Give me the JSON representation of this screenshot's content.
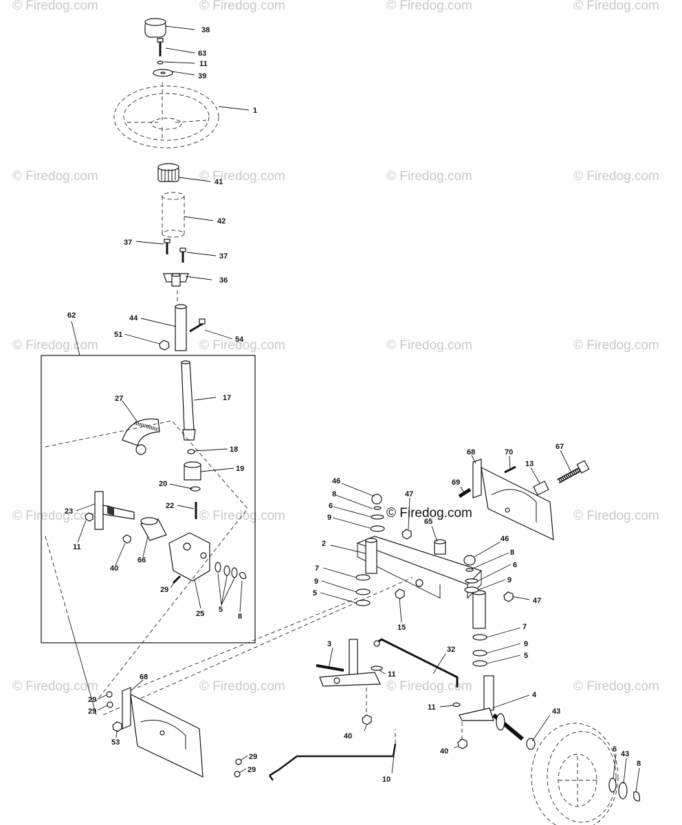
{
  "watermark": "© Firedog.com",
  "center_watermark": "© Firedog.com",
  "callouts": [
    "38",
    "63",
    "11",
    "39",
    "1",
    "41",
    "42",
    "37",
    "37",
    "36",
    "62",
    "44",
    "54",
    "51",
    "17",
    "27",
    "18",
    "19",
    "20",
    "22",
    "23",
    "11",
    "40",
    "66",
    "29",
    "5",
    "8",
    "25",
    "68",
    "70",
    "13",
    "67",
    "46",
    "8",
    "6",
    "9",
    "47",
    "69",
    "65",
    "2",
    "7",
    "9",
    "5",
    "15",
    "46",
    "8",
    "6",
    "9",
    "47",
    "7",
    "9",
    "5",
    "3",
    "32",
    "11",
    "11",
    "4",
    "43",
    "6",
    "43",
    "8",
    "40",
    "40",
    "10",
    "68",
    "29",
    "29",
    "53",
    "29",
    "29"
  ],
  "colors": {
    "ink": "#111111",
    "watermark": "#c8c8c8",
    "background": "#ffffff"
  }
}
